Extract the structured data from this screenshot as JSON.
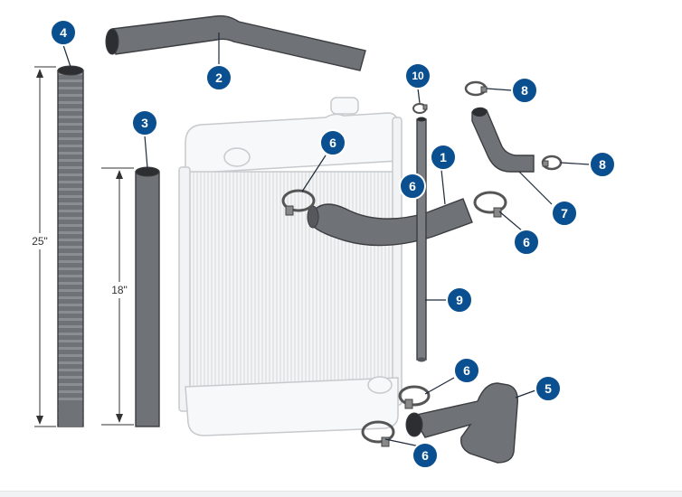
{
  "colors": {
    "callout_fill": "#0a4f8f",
    "hose_fill": "#6f7276",
    "hose_outline": "#3b3d40",
    "radiator_outline": "#c7c9cc",
    "radiator_fill": "#f2f3f4"
  },
  "dimensions": {
    "length_25": "25\"",
    "length_18": "18\""
  },
  "callouts": {
    "c1": "1",
    "c2": "2",
    "c3": "3",
    "c4": "4",
    "c5": "5",
    "c6_top": "6",
    "c6_mid": "6",
    "c6_right": "6",
    "c6_bottom_upper": "6",
    "c6_bottom_lower": "6",
    "c7": "7",
    "c8_top": "8",
    "c8_right": "8",
    "c9": "9",
    "c10": "10"
  }
}
